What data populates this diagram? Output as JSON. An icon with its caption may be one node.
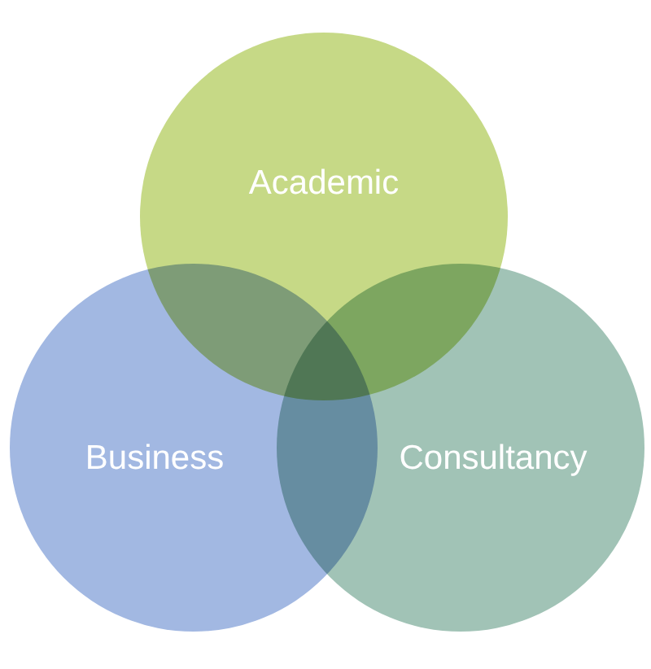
{
  "diagram": {
    "nodes": [
      {
        "text": [
          "Academic"
        ]
      },
      {
        "text": [
          "Business"
        ]
      },
      {
        "text": [
          "Consultancy"
        ]
      }
    ],
    "edges": []
  }
}
